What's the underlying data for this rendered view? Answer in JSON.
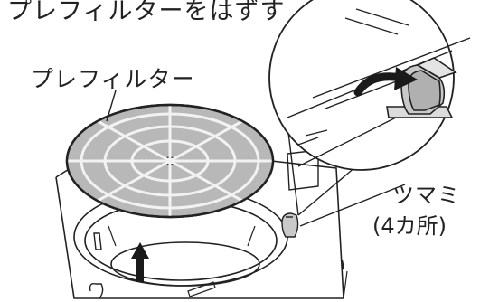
{
  "heading": "プレフィルターをはずす",
  "labels": {
    "prefilter": "プレフィルター",
    "tab": "ツマミ",
    "tab_count": "(4カ所)"
  },
  "colors": {
    "outline": "#222222",
    "filter_fill": "#b8b8b8",
    "knob_fill": "#c9c9c9",
    "arrow": "#1a1a1a"
  }
}
